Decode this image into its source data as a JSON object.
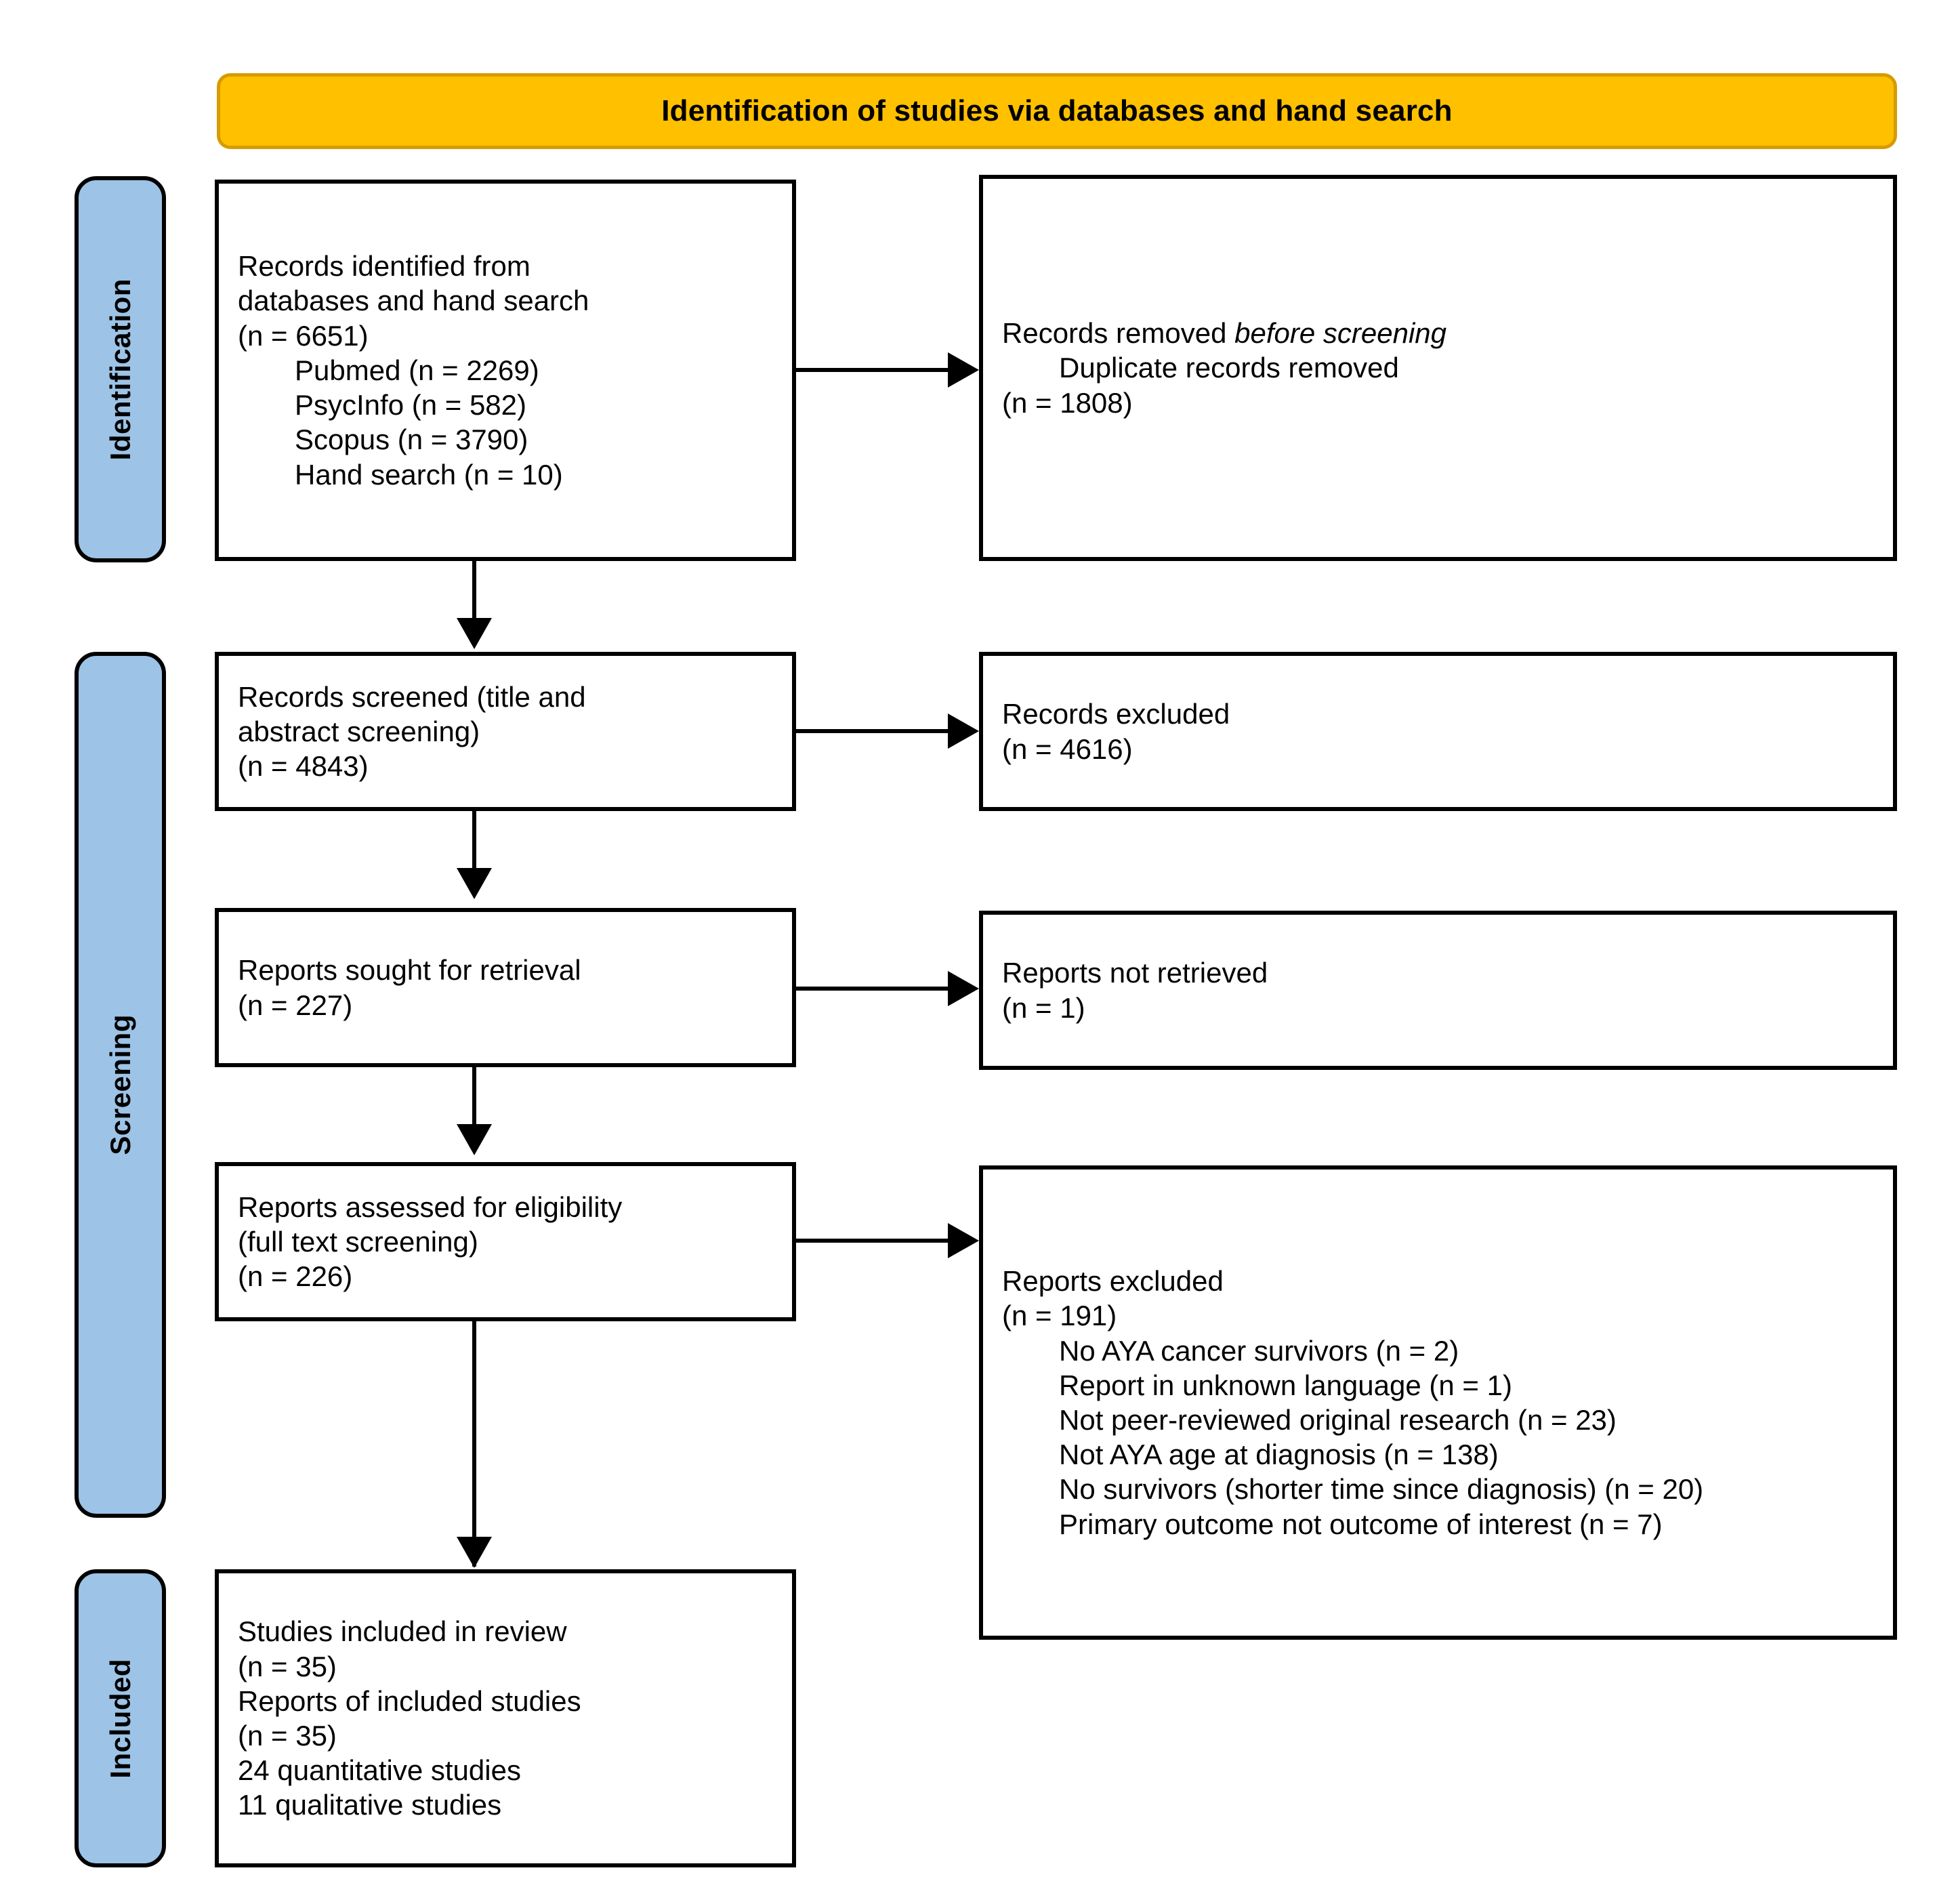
{
  "diagram": {
    "title": "Identification of studies via databases and hand search",
    "colors": {
      "banner_fill": "#FFC000",
      "banner_border": "#D79B00",
      "stage_fill": "#9DC3E6",
      "box_border": "#000000",
      "box_fill": "#FFFFFF"
    },
    "stages": [
      {
        "label": "Identification"
      },
      {
        "label": "Screening"
      },
      {
        "label": "Included"
      }
    ],
    "boxes": {
      "identified": {
        "lines": [
          {
            "text": "Records identified from",
            "indent": false
          },
          {
            "text": "databases and hand search",
            "indent": false
          },
          {
            "text": "(n = 6651)",
            "indent": false
          },
          {
            "text": "Pubmed (n = 2269)",
            "indent": true
          },
          {
            "text": "PsycInfo (n = 582)",
            "indent": true
          },
          {
            "text": "Scopus (n = 3790)",
            "indent": true
          },
          {
            "text": "Hand search (n = 10)",
            "indent": true
          }
        ]
      },
      "removed_before_screening": {
        "lines": [
          {
            "text": "Records removed ",
            "italic_text": "before screening",
            "indent": false
          },
          {
            "text": "Duplicate records removed",
            "indent": true
          },
          {
            "text": "(n = 1808)",
            "indent": false
          }
        ]
      },
      "screened": {
        "lines": [
          {
            "text": "Records screened (title and",
            "indent": false
          },
          {
            "text": "abstract screening)",
            "indent": false
          },
          {
            "text": "(n = 4843)",
            "indent": false
          }
        ]
      },
      "records_excluded": {
        "lines": [
          {
            "text": "Records excluded",
            "indent": false
          },
          {
            "text": "(n = 4616)",
            "indent": false
          }
        ]
      },
      "sought": {
        "lines": [
          {
            "text": "Reports sought for retrieval",
            "indent": false
          },
          {
            "text": "(n = 227)",
            "indent": false
          }
        ]
      },
      "not_retrieved": {
        "lines": [
          {
            "text": "Reports not retrieved",
            "indent": false
          },
          {
            "text": "(n = 1)",
            "indent": false
          }
        ]
      },
      "assessed": {
        "lines": [
          {
            "text": "Reports assessed for eligibility",
            "indent": false
          },
          {
            "text": "(full text screening)",
            "indent": false
          },
          {
            "text": "(n = 226)",
            "indent": false
          }
        ]
      },
      "reports_excluded": {
        "lines": [
          {
            "text": "Reports excluded",
            "indent": false
          },
          {
            "text": "(n = 191)",
            "indent": false
          },
          {
            "text": "No AYA cancer survivors (n = 2)",
            "indent": true
          },
          {
            "text": "Report in unknown language (n = 1)",
            "indent": true
          },
          {
            "text": "Not peer-reviewed original research (n = 23)",
            "indent": true
          },
          {
            "text": "Not AYA age at diagnosis (n = 138)",
            "indent": true
          },
          {
            "text": "No survivors (shorter time since diagnosis) (n = 20)",
            "indent": true
          },
          {
            "text": "Primary outcome not outcome of interest (n = 7)",
            "indent": true
          }
        ]
      },
      "included": {
        "lines": [
          {
            "text": "Studies included in review",
            "indent": false
          },
          {
            "text": "(n = 35)",
            "indent": false
          },
          {
            "text": "Reports of included studies",
            "indent": false
          },
          {
            "text": "(n = 35)",
            "indent": false
          },
          {
            "text": "24 quantitative studies",
            "indent": false
          },
          {
            "text": "11 qualitative studies",
            "indent": false
          }
        ]
      }
    }
  }
}
